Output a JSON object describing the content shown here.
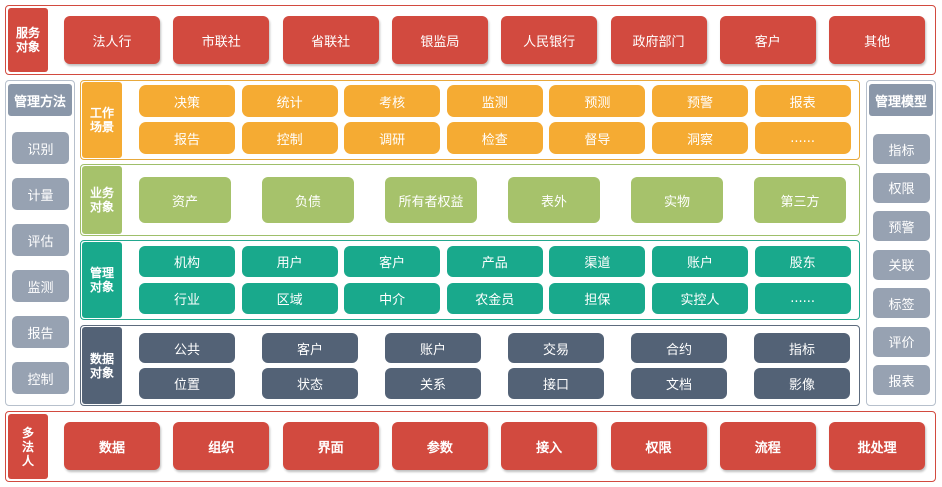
{
  "service": {
    "label": "服务对象",
    "items": [
      "法人行",
      "市联社",
      "省联社",
      "银监局",
      "人民银行",
      "政府部门",
      "客户",
      "其他"
    ]
  },
  "method": {
    "label": "管理方法",
    "items": [
      "识别",
      "计量",
      "评估",
      "监测",
      "报告",
      "控制"
    ]
  },
  "model": {
    "label": "管理模型",
    "items": [
      "指标",
      "权限",
      "预警",
      "关联",
      "标签",
      "评价",
      "报表"
    ]
  },
  "work": {
    "label": "工作场景",
    "row1": [
      "决策",
      "统计",
      "考核",
      "监测",
      "预测",
      "预警",
      "报表"
    ],
    "row2": [
      "报告",
      "控制",
      "调研",
      "检查",
      "督导",
      "洞察",
      "......"
    ]
  },
  "business": {
    "label": "业务对象",
    "items": [
      "资产",
      "负债",
      "所有者权益",
      "表外",
      "实物",
      "第三方"
    ]
  },
  "mgmt": {
    "label": "管理对象",
    "row1": [
      "机构",
      "用户",
      "客户",
      "产品",
      "渠道",
      "账户",
      "股东"
    ],
    "row2": [
      "行业",
      "区域",
      "中介",
      "农金员",
      "担保",
      "实控人",
      "......"
    ]
  },
  "dataobj": {
    "label": "数据对象",
    "row1": [
      "公共",
      "客户",
      "账户",
      "交易",
      "合约",
      "指标"
    ],
    "row2": [
      "位置",
      "状态",
      "关系",
      "接口",
      "文档",
      "影像"
    ]
  },
  "multi": {
    "label": "多法人",
    "items": [
      "数据",
      "组织",
      "界面",
      "参数",
      "接入",
      "权限",
      "流程",
      "批处理"
    ]
  },
  "colors": {
    "red": "#d24a3f",
    "yellow": "#f5ab33",
    "green": "#a6c26b",
    "teal": "#19a98c",
    "slate": "#536276",
    "gray": "#97a2b2"
  }
}
